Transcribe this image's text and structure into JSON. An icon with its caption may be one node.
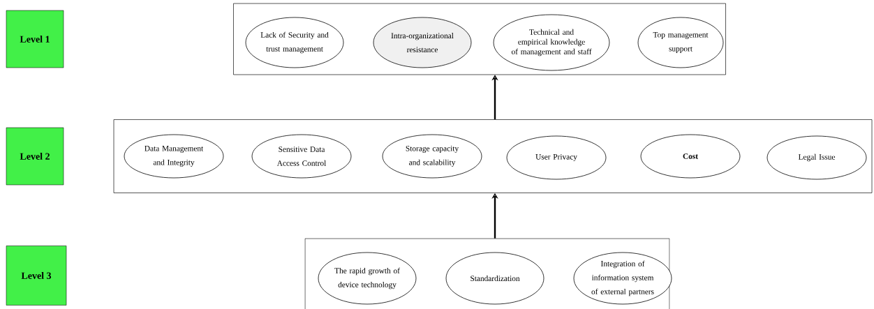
{
  "diagram": {
    "nodes": [
      {
        "text": [
          "Level 1"
        ]
      },
      {
        "text": [],
        "shape": "box"
      },
      {
        "text": [
          "Lack of Security and trust management"
        ],
        "in": 1
      },
      {
        "text": [
          "Intra-organizational resistance"
        ],
        "in": 1
      },
      {
        "text": [
          "Technical and empirical knowledge of management and staff"
        ],
        "in": 1
      },
      {
        "text": [
          "Top management support"
        ],
        "in": 1
      },
      {
        "text": [
          "Level 2"
        ]
      },
      {
        "text": [],
        "shape": "box"
      },
      {
        "text": [
          "Data Management and Integrity"
        ],
        "in": 7
      },
      {
        "text": [
          "Sensitive Data Access Control"
        ],
        "in": 7
      },
      {
        "text": [
          "Storage capacity and scalability"
        ],
        "in": 7
      },
      {
        "text": [
          "User Privacy"
        ],
        "in": 7
      },
      {
        "text": [
          "Cost"
        ],
        "in": 7
      },
      {
        "text": [
          "Legal Issue"
        ],
        "in": 7
      },
      {
        "text": [
          "Level 3"
        ]
      },
      {
        "text": [],
        "shape": "box"
      },
      {
        "text": [
          "The rapid growth of device technology"
        ],
        "in": 15
      },
      {
        "text": [
          "Standardization"
        ],
        "in": 15
      },
      {
        "text": [
          "Integration of information system of external partners"
        ],
        "in": 15
      }
    ],
    "edges": [
      {
        "from": 15,
        "to": 7,
        "arrow": "to"
      },
      {
        "from": 7,
        "to": 1,
        "arrow": "to"
      }
    ]
  }
}
